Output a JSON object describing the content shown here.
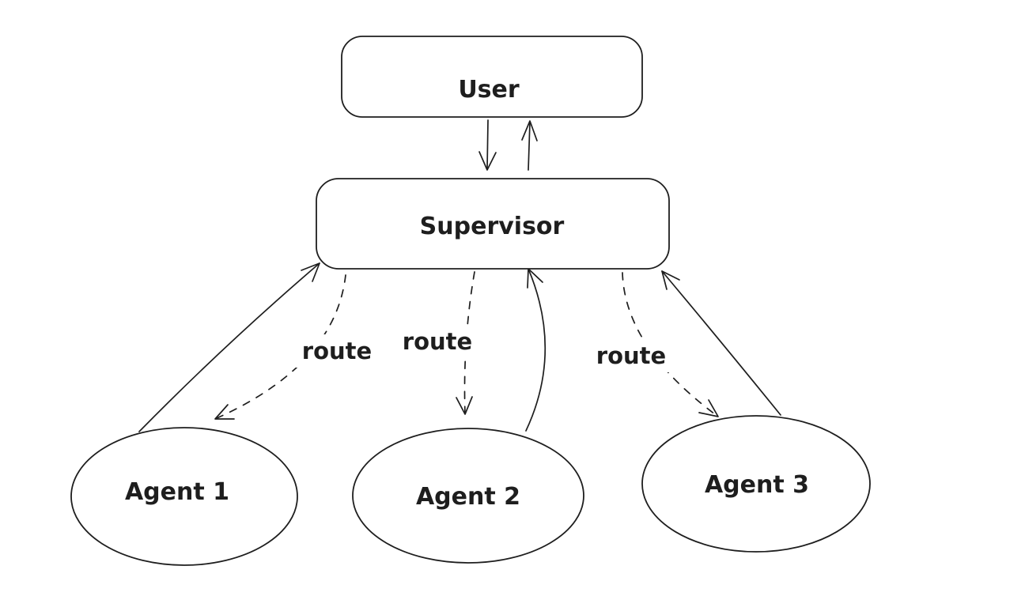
{
  "colors": {
    "stroke": "#1e1e1e",
    "background": "#ffffff"
  },
  "nodes": {
    "user": {
      "label": "User",
      "shape": "rounded-rectangle"
    },
    "supervisor": {
      "label": "Supervisor",
      "shape": "rounded-rectangle"
    },
    "agent1": {
      "label": "Agent 1",
      "shape": "ellipse"
    },
    "agent2": {
      "label": "Agent 2",
      "shape": "ellipse"
    },
    "agent3": {
      "label": "Agent 3",
      "shape": "ellipse"
    }
  },
  "edges": {
    "user_to_supervisor": {
      "from": "User",
      "to": "Supervisor",
      "style": "solid",
      "label": ""
    },
    "supervisor_to_user": {
      "from": "Supervisor",
      "to": "User",
      "style": "solid",
      "label": ""
    },
    "agent1_to_supervisor": {
      "from": "Agent 1",
      "to": "Supervisor",
      "style": "solid",
      "label": ""
    },
    "supervisor_to_agent1": {
      "from": "Supervisor",
      "to": "Agent 1",
      "style": "dashed",
      "label": "route"
    },
    "supervisor_to_agent2": {
      "from": "Supervisor",
      "to": "Agent 2",
      "style": "dashed",
      "label": "route"
    },
    "agent2_to_supervisor": {
      "from": "Agent 2",
      "to": "Supervisor",
      "style": "solid",
      "label": ""
    },
    "supervisor_to_agent3": {
      "from": "Supervisor",
      "to": "Agent 3",
      "style": "dashed",
      "label": "route"
    },
    "agent3_to_supervisor": {
      "from": "Agent 3",
      "to": "Supervisor",
      "style": "solid",
      "label": ""
    }
  }
}
